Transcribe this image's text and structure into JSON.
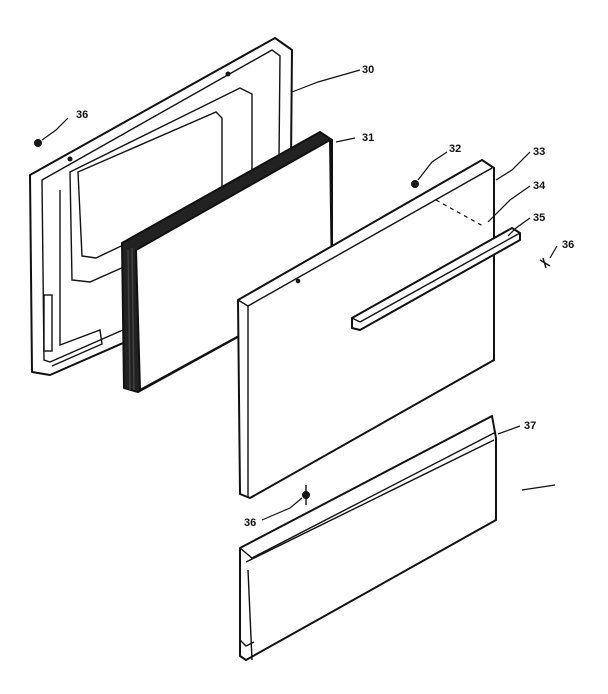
{
  "callouts": {
    "c30": "30",
    "c31": "31",
    "c32": "32",
    "c33": "33",
    "c34": "34",
    "c35": "35",
    "c36a": "36",
    "c36b": "36",
    "c36c": "36",
    "c37": "37"
  }
}
